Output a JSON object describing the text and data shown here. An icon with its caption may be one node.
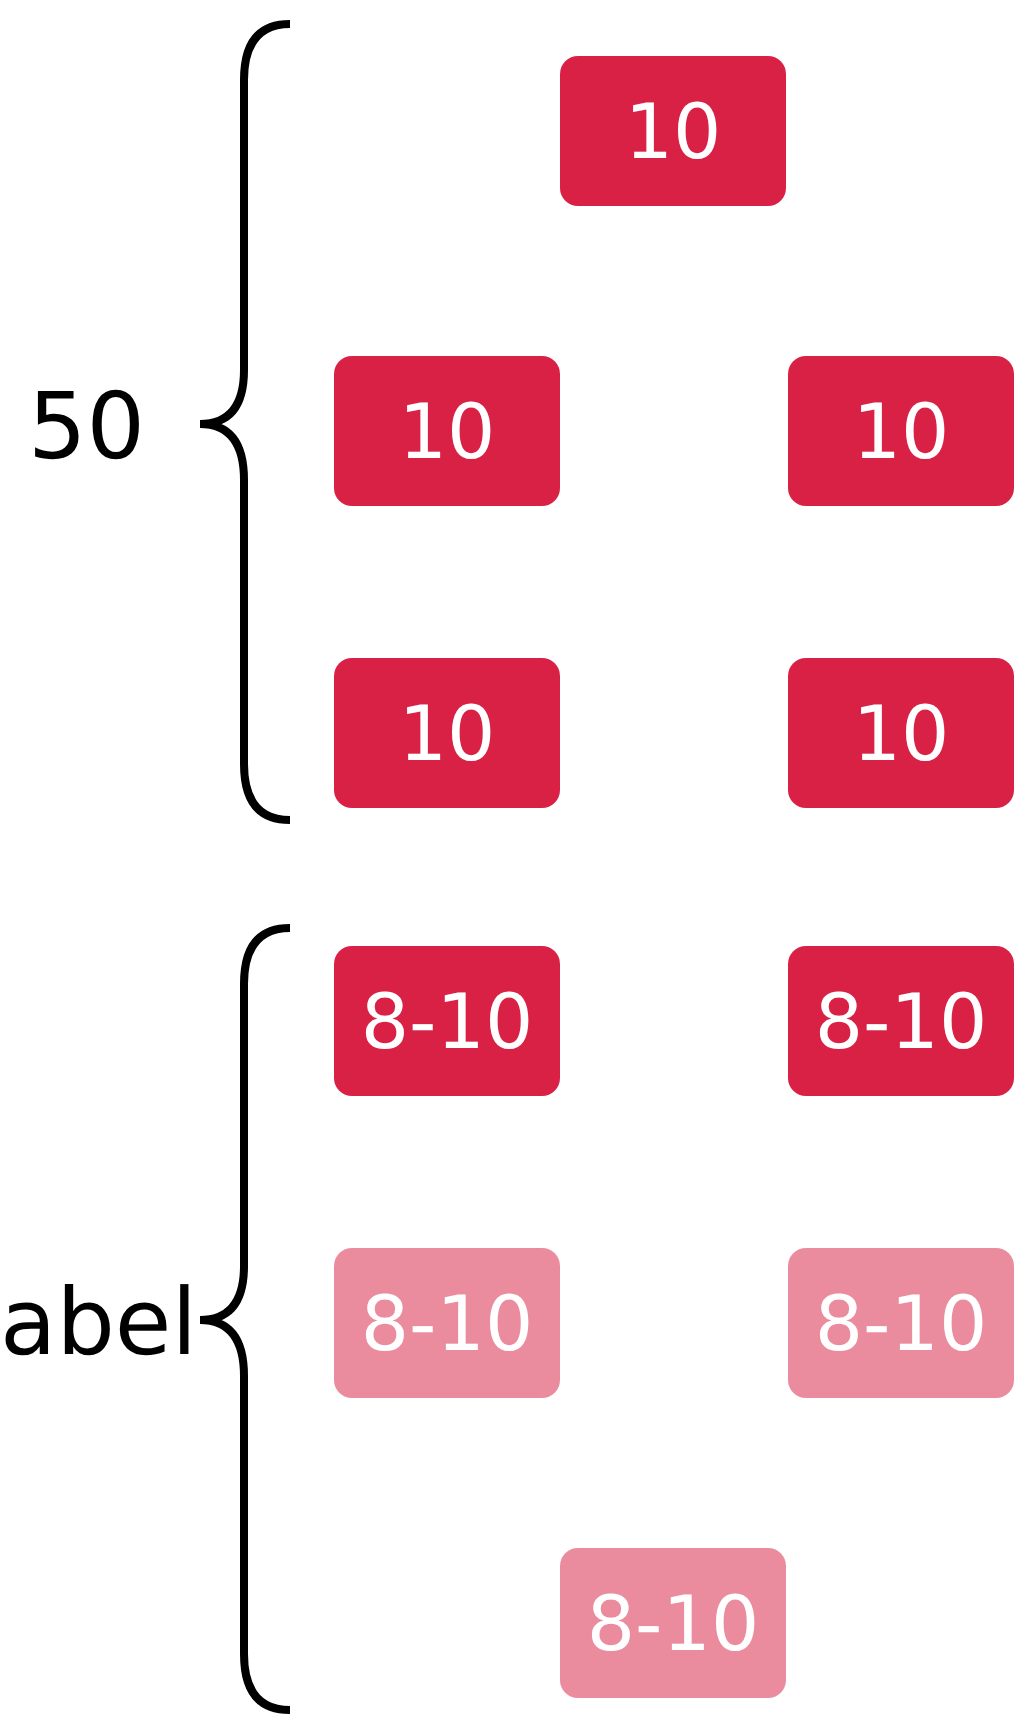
{
  "diagram": {
    "nodes": [
      {
        "text": [
          "10"
        ]
      },
      {
        "text": [
          "10"
        ]
      },
      {
        "text": [
          "10"
        ]
      },
      {
        "text": [
          "10"
        ]
      },
      {
        "text": [
          "10"
        ]
      },
      {
        "text": [
          "8-10"
        ]
      },
      {
        "text": [
          "8-10"
        ]
      },
      {
        "text": [
          "8-10"
        ]
      },
      {
        "text": [
          "8-10"
        ]
      },
      {
        "text": [
          "8-10"
        ]
      }
    ],
    "labels": [
      "50",
      "abel"
    ]
  }
}
